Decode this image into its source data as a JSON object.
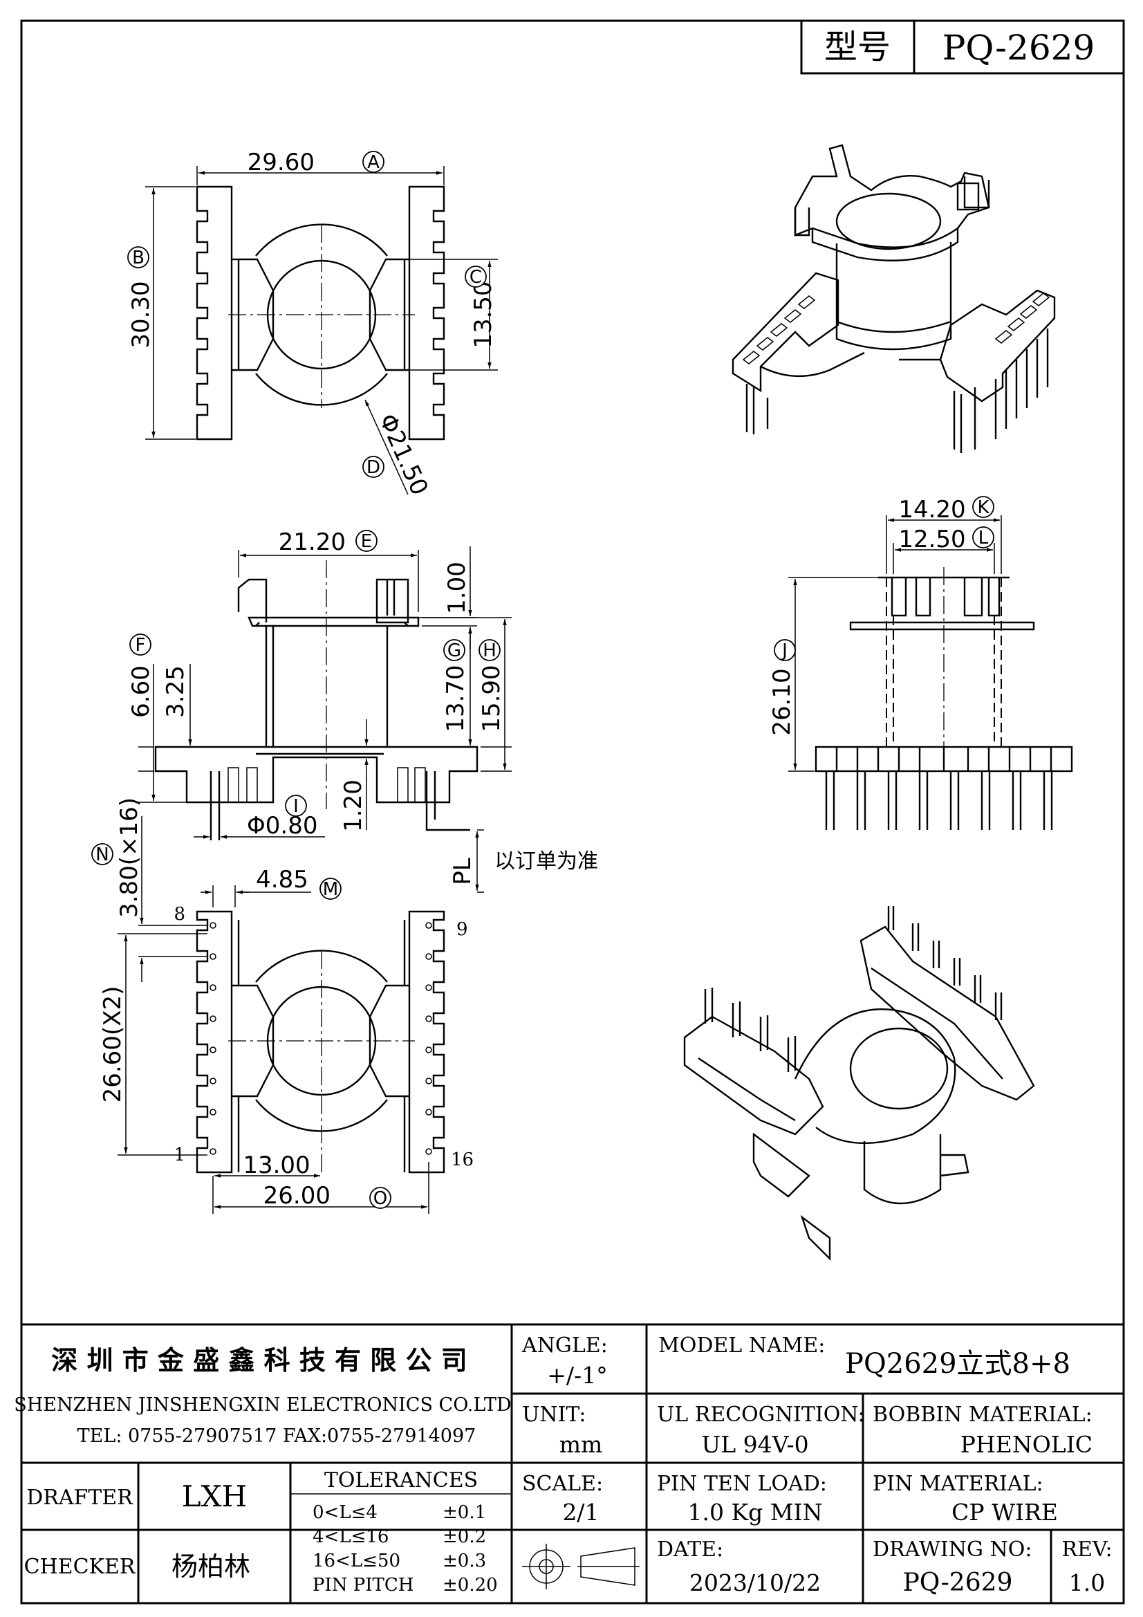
{
  "header": {
    "model_label": "型号",
    "model_value": "PQ-2629"
  },
  "dimensions": {
    "A": {
      "value": "29.60",
      "tag": "A"
    },
    "B": {
      "value": "30.30",
      "tag": "B"
    },
    "C": {
      "value": "13.50",
      "tag": "C"
    },
    "D": {
      "value": "Φ21.50",
      "tag": "D"
    },
    "E": {
      "value": "21.20",
      "tag": "E"
    },
    "F": {
      "value": "6.60",
      "tag": "F"
    },
    "F2": {
      "value": "3.25"
    },
    "G": {
      "value": "13.70",
      "tag": "G"
    },
    "H": {
      "value": "15.90",
      "tag": "H"
    },
    "top_gap": {
      "value": "1.00"
    },
    "I": {
      "value": "Φ0.80",
      "tag": "I"
    },
    "I2": {
      "value": "1.20"
    },
    "pl": {
      "value": "PL",
      "note": "以订单为准"
    },
    "N": {
      "value": "3.80(×16)",
      "tag": "N"
    },
    "M": {
      "value": "4.85",
      "tag": "M"
    },
    "P": {
      "value": "26.60(X2)"
    },
    "Q": {
      "value": "13.00"
    },
    "O": {
      "value": "26.00",
      "tag": "O"
    },
    "K": {
      "value": "14.20",
      "tag": "K"
    },
    "L": {
      "value": "12.50",
      "tag": "L"
    },
    "J": {
      "value": "26.10",
      "tag": "J"
    },
    "pins": {
      "p8": "8",
      "p9": "9",
      "p1": "1",
      "p16": "16"
    }
  },
  "title_block": {
    "company_cn": "深 圳 市 金 盛 鑫 科 技 有 限 公 司",
    "company_en": "SHENZHEN JINSHENGXIN ELECTRONICS CO.LTD",
    "contact": "TEL: 0755-27907517   FAX:0755-27914097",
    "angle_label": "ANGLE:",
    "angle_value": "+/-1°",
    "model_name_label": "MODEL NAME:",
    "model_name_value": "PQ2629立式8+8",
    "unit_label": "UNIT:",
    "unit_value": "mm",
    "ul_label": "UL RECOGNITION:",
    "ul_value": "UL 94V-0",
    "bobbin_label": "BOBBIN MATERIAL:",
    "bobbin_value": "PHENOLIC",
    "drafter_label": "DRAFTER",
    "drafter_value": "LXH",
    "tolerances_label": "TOLERANCES",
    "tolerances": [
      {
        "range": "0<L≤4",
        "value": "±0.1"
      },
      {
        "range": "4<L≤16",
        "value": "±0.2"
      },
      {
        "range": "16<L≤50",
        "value": "±0.3"
      },
      {
        "range": "PIN PITCH",
        "value": "±0.20"
      }
    ],
    "scale_label": "SCALE:",
    "scale_value": "2/1",
    "pin_load_label": "PIN TEN LOAD:",
    "pin_load_value": "1.0 Kg MIN",
    "pin_material_label": "PIN MATERIAL:",
    "pin_material_value": "CP WIRE",
    "checker_label": "CHECKER",
    "checker_value": "杨柏林",
    "date_label": "DATE:",
    "date_value": "2023/10/22",
    "drawing_no_label": "DRAWING NO:",
    "drawing_no_value": "PQ-2629",
    "rev_label": "REV:",
    "rev_value": "1.0"
  }
}
